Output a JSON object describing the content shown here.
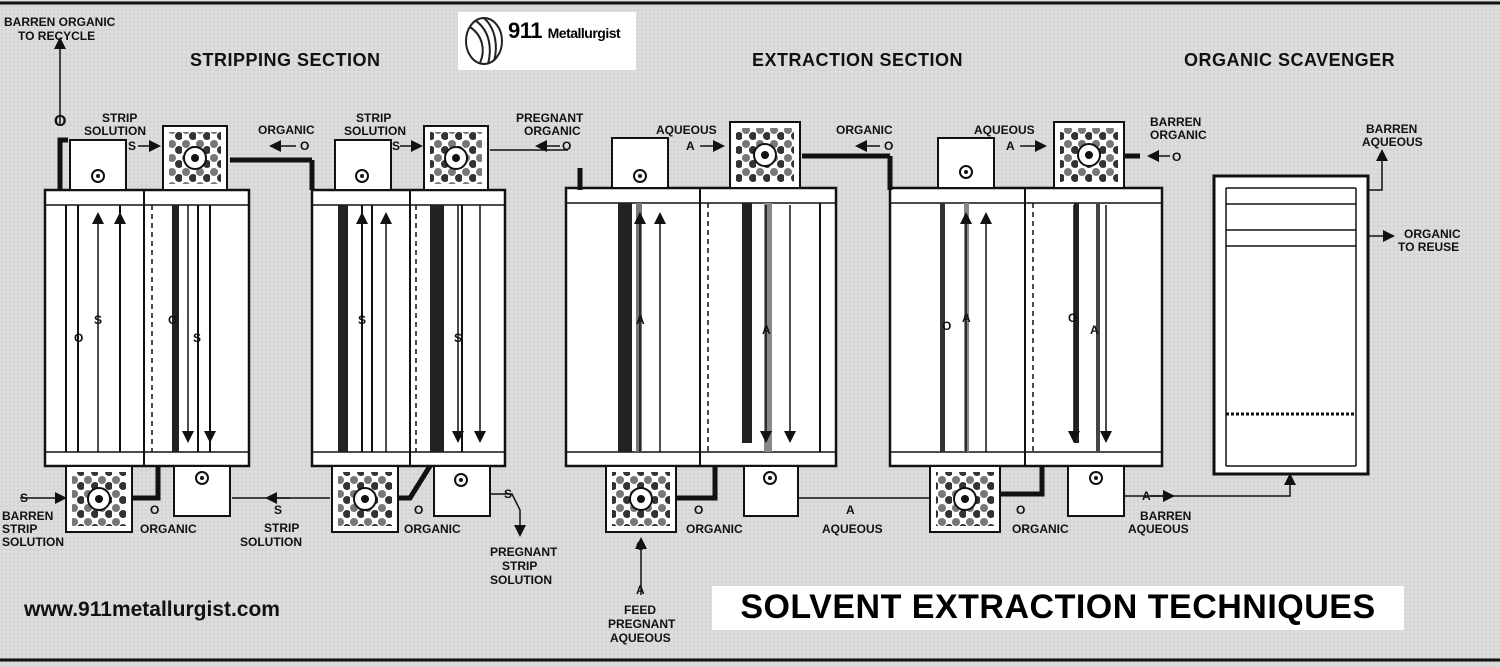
{
  "header_labels": {
    "barren_organic_to_recycle": [
      "BARREN ORGANIC",
      "TO RECYCLE"
    ],
    "stripping_section": "STRIPPING SECTION",
    "extraction_section": "EXTRACTION SECTION",
    "organic_scavenger": "ORGANIC SCAVENGER"
  },
  "logo": {
    "number": "911",
    "name": "Metallurgist"
  },
  "top_labels": {
    "strip_solution_1": [
      "STRIP",
      "SOLUTION"
    ],
    "organic_1": "ORGANIC",
    "strip_solution_2": [
      "STRIP",
      "SOLUTION"
    ],
    "pregnant_organic": [
      "PREGNANT",
      "ORGANIC"
    ],
    "aqueous_1": "AQUEOUS",
    "organic_2": "ORGANIC",
    "aqueous_2": "AQUEOUS",
    "barren_organic": [
      "BARREN",
      "ORGANIC"
    ],
    "barren_aqueous_top": [
      "BARREN",
      "AQUEOUS"
    ],
    "organic_to_reuse": [
      "ORGANIC",
      "TO REUSE"
    ]
  },
  "bottom_labels": {
    "barren_strip_solution": [
      "BARREN",
      "STRIP",
      "SOLUTION"
    ],
    "organic_b1": "ORGANIC",
    "strip_solution_b": [
      "STRIP",
      "SOLUTION"
    ],
    "organic_b2": "ORGANIC",
    "pregnant_strip_solution": [
      "PREGNANT",
      "STRIP",
      "SOLUTION"
    ],
    "organic_b3": "ORGANIC",
    "aqueous_b": "AQUEOUS",
    "organic_b4": "ORGANIC",
    "barren_aqueous_b": [
      "BARREN",
      "AQUEOUS"
    ],
    "feed_pregnant_aqueous": [
      "FEED",
      "PREGNANT",
      "AQUEOUS"
    ]
  },
  "flow_letters": {
    "s": "S",
    "o": "O",
    "a": "A"
  },
  "website": "www.911metallurgist.com",
  "title": "SOLVENT EXTRACTION TECHNIQUES"
}
